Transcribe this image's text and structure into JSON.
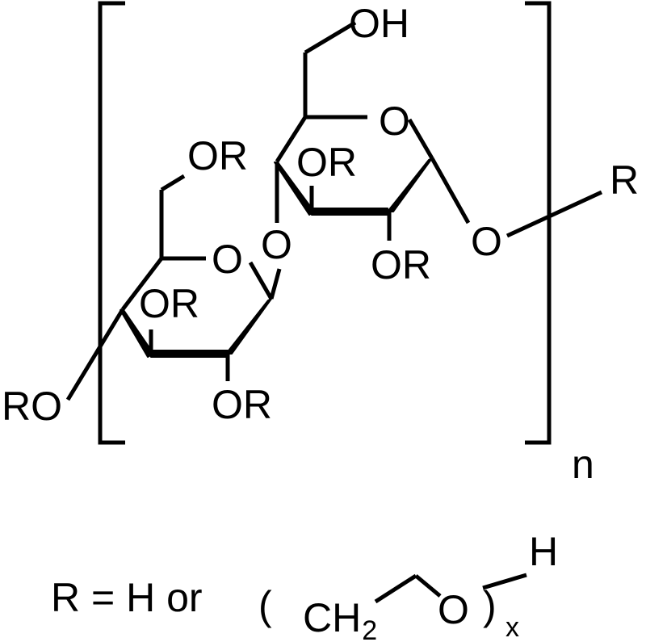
{
  "structure": {
    "atoms": {
      "oh_top": "OH",
      "ring1_oxygen": "O",
      "or_c6_left": "OR",
      "or_c3_right": "OR",
      "substituent_r": "R",
      "glycosidic_o_left": "O",
      "glycosidic_o_right": "O",
      "or_c2_right": "OR",
      "ring2_oxygen": "O",
      "or_c3_left": "OR",
      "or_c4_left": "RO",
      "or_c2_left": "OR"
    },
    "repeat_subscript": "n"
  },
  "legend": {
    "r_def": "R = H or",
    "paren_open": "(",
    "ch": "CH",
    "ch_sub": "2",
    "o": "O",
    "paren_close": ")",
    "x_sub": "x",
    "h": "H"
  }
}
